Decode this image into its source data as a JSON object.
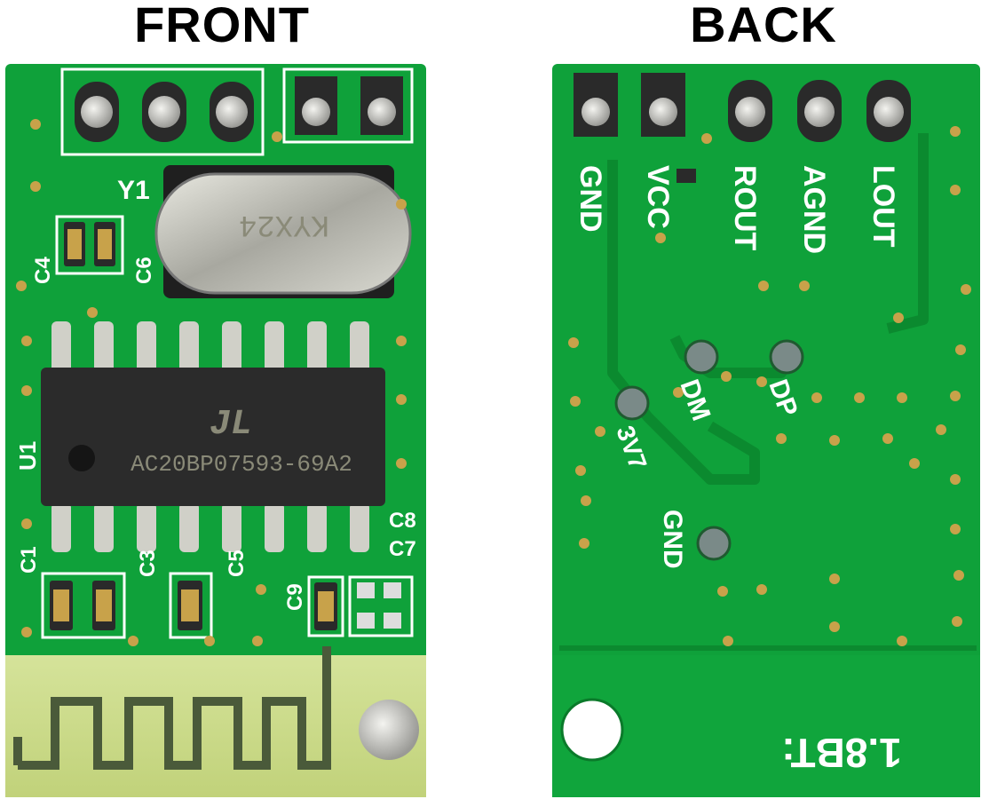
{
  "labels": {
    "front": "FRONT",
    "back": "BACK"
  },
  "front": {
    "crystal_marking": "KYX24",
    "chip_logo": "JL",
    "chip_marking": "AC20BP07593-69A2",
    "silkscreen": {
      "y1": "Y1",
      "c4": "C4",
      "c6": "C6",
      "u1": "U1",
      "c1": "C1",
      "c3": "C3",
      "c5": "C5",
      "c8": "C8",
      "c7": "C7",
      "c9": "C9"
    }
  },
  "back": {
    "pins": {
      "gnd": "GND",
      "vcc": "VCC",
      "rout": "ROUT",
      "agnd": "AGND",
      "lout": "LOUT"
    },
    "pads": {
      "dm": "DM",
      "dp": "DP",
      "v37": "3V7",
      "gnd2": "GND"
    },
    "version": "1.8BT:"
  },
  "colors": {
    "pcb_green": "#0fa13a",
    "trace_green": "#0b8a2f",
    "silkscreen": "#ffffff",
    "chip_body": "#2b2b2b",
    "antenna_board": "#c9d98a",
    "gold": "#c8a24a"
  }
}
